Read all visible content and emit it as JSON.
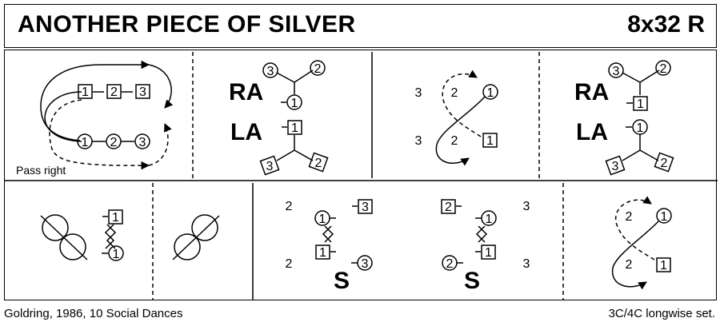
{
  "title": "ANOTHER PIECE OF SILVER",
  "meta": "8x32 R",
  "footer": {
    "left": "Goldring, 1986, 10 Social Dances",
    "right": "3C/4C longwise set."
  },
  "panels": {
    "p1": {
      "caption": "Pass right",
      "top_row": [
        "1",
        "2",
        "3"
      ],
      "bottom_row": [
        "1",
        "2",
        "3"
      ]
    },
    "p2": {
      "move_top": "RA",
      "move_bottom": "LA",
      "dancers_top": [
        "3",
        "2",
        "1"
      ],
      "dancers_bottom": [
        "1",
        "3",
        "2"
      ]
    },
    "p3": {
      "labels": [
        "3",
        "2",
        "1",
        "3",
        "2",
        "1"
      ]
    },
    "p4": {
      "move_top": "RA",
      "move_bottom": "LA",
      "dancers_top": [
        "3",
        "2",
        "1"
      ],
      "dancers_bottom": [
        "1",
        "3",
        "2"
      ]
    },
    "p5": {
      "dancers": [
        "1",
        "1"
      ]
    },
    "p7": {
      "labels": [
        "2",
        "3",
        "1",
        "2",
        "1",
        "3"
      ],
      "setting": "S"
    },
    "p8": {
      "labels": [
        "2",
        "1",
        "3",
        "2",
        "1",
        "3"
      ],
      "setting": "S"
    },
    "p9": {
      "labels": [
        "2",
        "1",
        "2",
        "1"
      ]
    }
  }
}
